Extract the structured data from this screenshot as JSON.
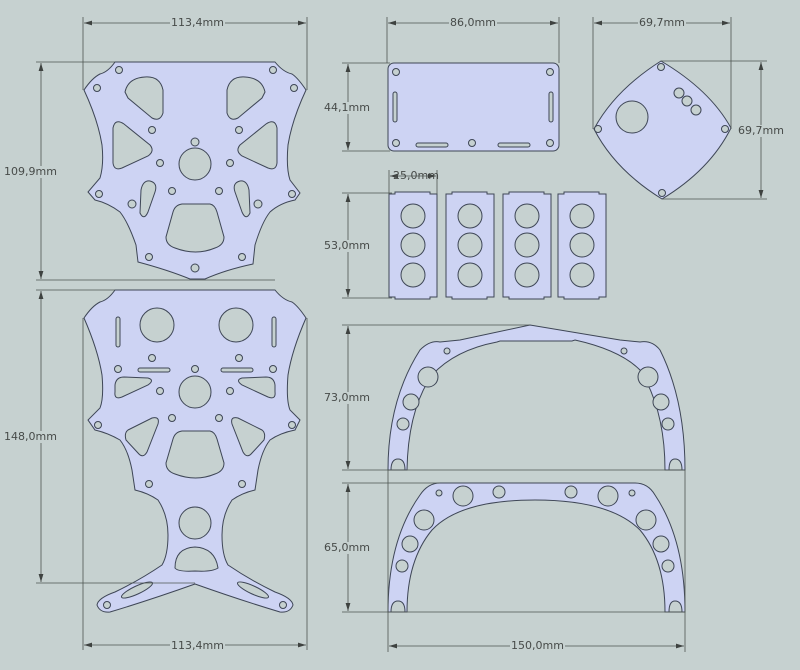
{
  "drawing": {
    "background_color": "#c6d1d0",
    "part_fill_color": "#cdd3f3",
    "outline_color": "#3e4656",
    "dimension_color": "#4d5450"
  },
  "parts": [
    {
      "id": "top-plate",
      "width_label": "113,4mm",
      "height_label": "109,9mm"
    },
    {
      "id": "bottom-plate",
      "width_label": "113,4mm",
      "height_label": "148,0mm"
    },
    {
      "id": "rect-plate",
      "width_label": "86,0mm",
      "height_label": "44,1mm"
    },
    {
      "id": "diamond-plate",
      "width_label": "69,7mm",
      "height_label": "69,7mm"
    },
    {
      "id": "battery-spacers",
      "width_label": "25,0mm",
      "height_label": "53,0mm",
      "count": 4
    },
    {
      "id": "arch-large",
      "height_label": "73,0mm"
    },
    {
      "id": "arch-small",
      "height_label": "65,0mm",
      "width_label": "150,0mm"
    }
  ]
}
